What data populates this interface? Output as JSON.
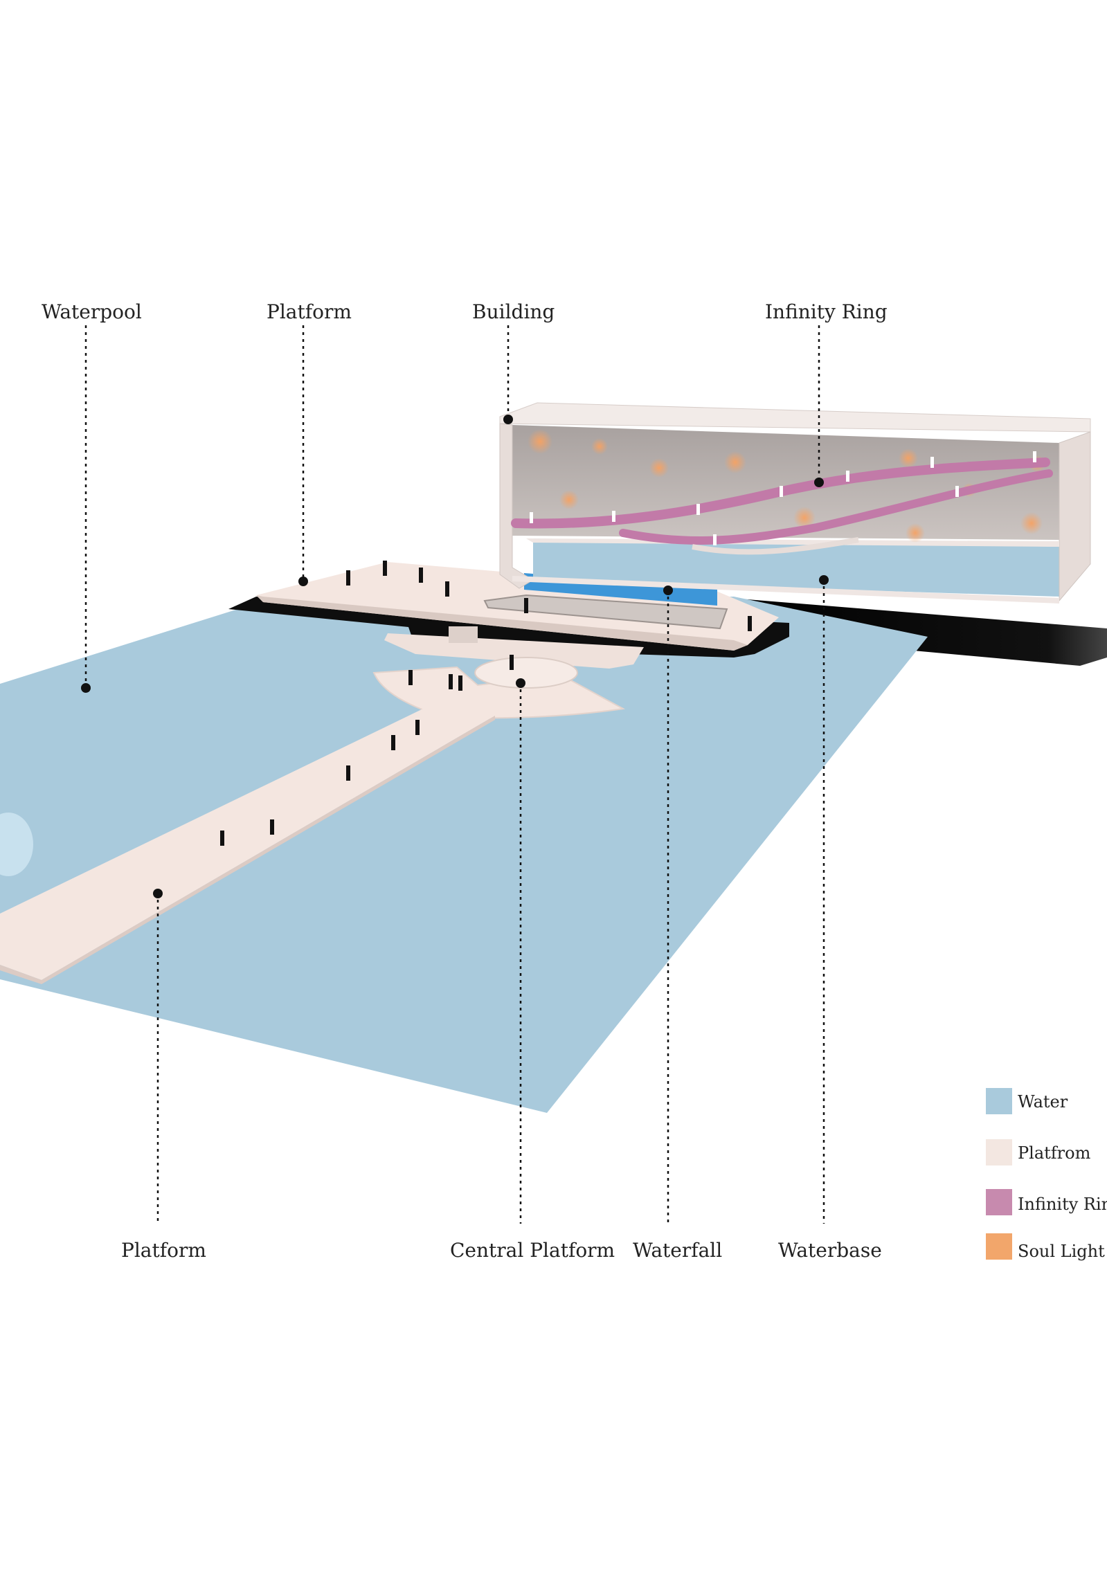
{
  "callouts": {
    "waterpool": "Waterpool",
    "platform_top": "Platform",
    "building": "Building",
    "infinity_ring": "Infinity Ring",
    "platform_bottom": "Platform",
    "central_platform": "Central Platform",
    "waterfall": "Waterfall",
    "waterbase": "Waterbase"
  },
  "legend": {
    "items": [
      {
        "label": "Water",
        "color": "#a9cadc"
      },
      {
        "label": "Platfrom",
        "color": "#f3e7e1"
      },
      {
        "label": "Infinity Ring",
        "color": "#c78aae"
      },
      {
        "label": "Soul Light",
        "color": "#f2a66b"
      }
    ]
  },
  "colors": {
    "water": "#a9cadc",
    "platform": "#f4e6e0",
    "platform_edge": "#d9c9c2",
    "ring": "#c27aa8",
    "soul_light": "#f2a66b",
    "building_interior": "#bdb5b2",
    "building_frame": "#efe6e3",
    "shadow": "#111111",
    "waterfall": "#3d96d8"
  }
}
